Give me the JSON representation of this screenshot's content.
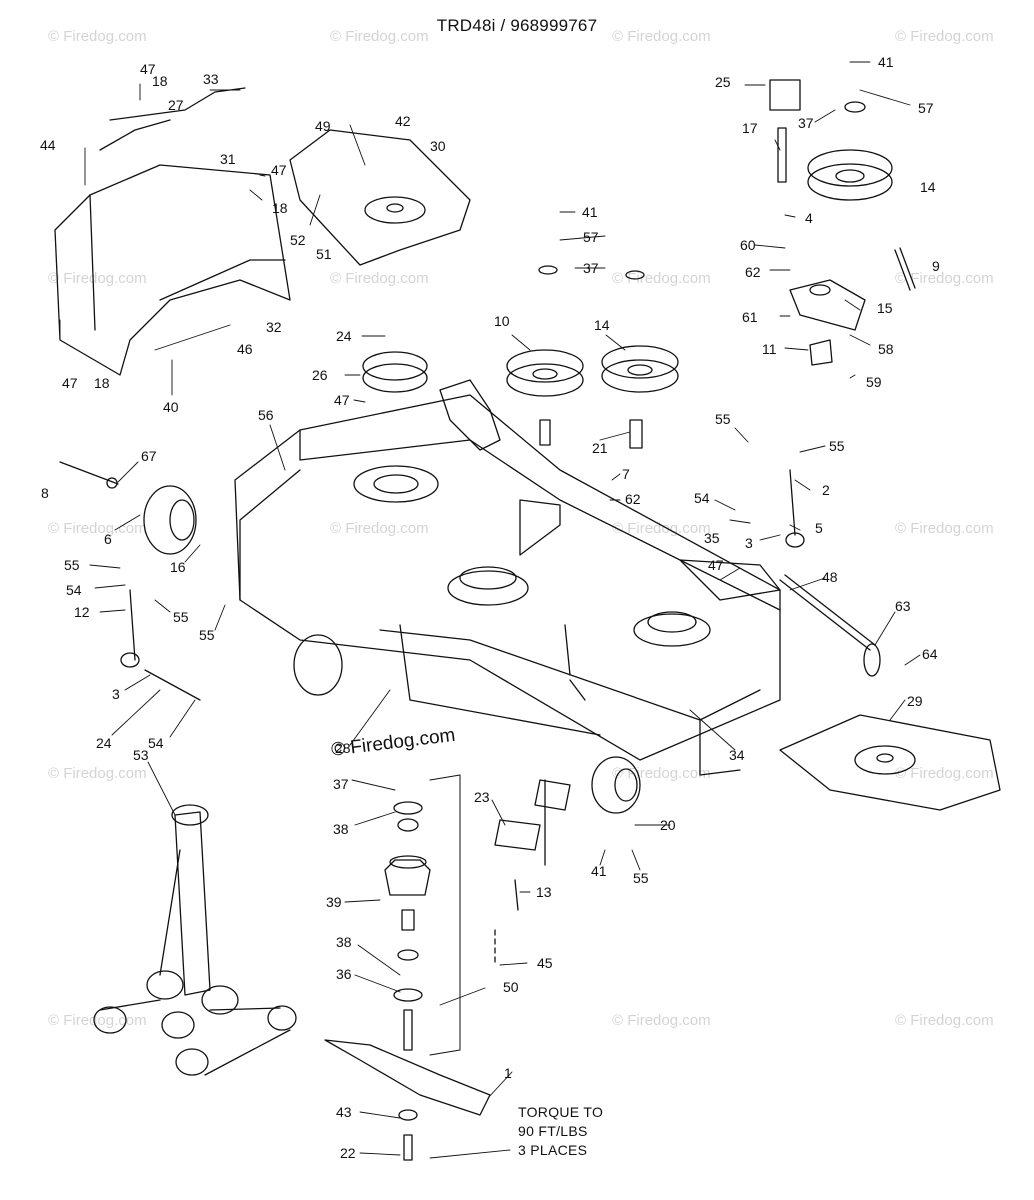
{
  "header": {
    "title": "TRD48i / 968999767"
  },
  "watermark": "© Firedog.com",
  "note": {
    "lines": [
      "TORQUE TO",
      "90 FT/LBS",
      "3 PLACES"
    ]
  },
  "callouts": [
    {
      "n": "47"
    },
    {
      "n": "18"
    },
    {
      "n": "33"
    },
    {
      "n": "27"
    },
    {
      "n": "44"
    },
    {
      "n": "31"
    },
    {
      "n": "47"
    },
    {
      "n": "18"
    },
    {
      "n": "32"
    },
    {
      "n": "46"
    },
    {
      "n": "47"
    },
    {
      "n": "18"
    },
    {
      "n": "40"
    },
    {
      "n": "49"
    },
    {
      "n": "42"
    },
    {
      "n": "30"
    },
    {
      "n": "52"
    },
    {
      "n": "51"
    },
    {
      "n": "41"
    },
    {
      "n": "57"
    },
    {
      "n": "37"
    },
    {
      "n": "10"
    },
    {
      "n": "14"
    },
    {
      "n": "21"
    },
    {
      "n": "24"
    },
    {
      "n": "26"
    },
    {
      "n": "47"
    },
    {
      "n": "56"
    },
    {
      "n": "25"
    },
    {
      "n": "41"
    },
    {
      "n": "57"
    },
    {
      "n": "37"
    },
    {
      "n": "17"
    },
    {
      "n": "14"
    },
    {
      "n": "4"
    },
    {
      "n": "60"
    },
    {
      "n": "62"
    },
    {
      "n": "9"
    },
    {
      "n": "15"
    },
    {
      "n": "61"
    },
    {
      "n": "58"
    },
    {
      "n": "11"
    },
    {
      "n": "59"
    },
    {
      "n": "55"
    },
    {
      "n": "55"
    },
    {
      "n": "2"
    },
    {
      "n": "7"
    },
    {
      "n": "62"
    },
    {
      "n": "54"
    },
    {
      "n": "35"
    },
    {
      "n": "3"
    },
    {
      "n": "5"
    },
    {
      "n": "67"
    },
    {
      "n": "8"
    },
    {
      "n": "6"
    },
    {
      "n": "16"
    },
    {
      "n": "55"
    },
    {
      "n": "54"
    },
    {
      "n": "12"
    },
    {
      "n": "55"
    },
    {
      "n": "55"
    },
    {
      "n": "47"
    },
    {
      "n": "48"
    },
    {
      "n": "63"
    },
    {
      "n": "64"
    },
    {
      "n": "3"
    },
    {
      "n": "24"
    },
    {
      "n": "54"
    },
    {
      "n": "28"
    },
    {
      "n": "29"
    },
    {
      "n": "34"
    },
    {
      "n": "53"
    },
    {
      "n": "37"
    },
    {
      "n": "38"
    },
    {
      "n": "23"
    },
    {
      "n": "20"
    },
    {
      "n": "41"
    },
    {
      "n": "55"
    },
    {
      "n": "39"
    },
    {
      "n": "13"
    },
    {
      "n": "38"
    },
    {
      "n": "45"
    },
    {
      "n": "36"
    },
    {
      "n": "50"
    },
    {
      "n": "1"
    },
    {
      "n": "43"
    },
    {
      "n": "22"
    }
  ]
}
